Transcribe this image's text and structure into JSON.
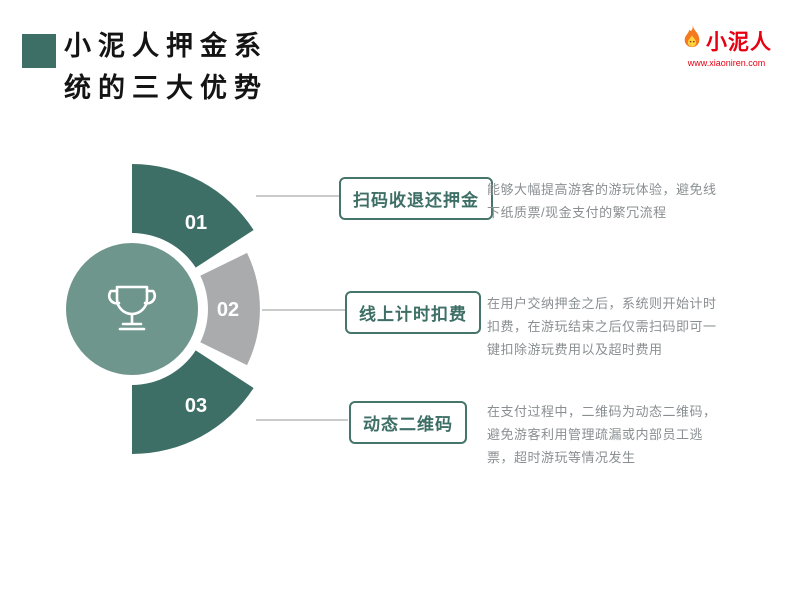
{
  "slide": {
    "title": "小泥人押金系\n统的三大优势"
  },
  "logo": {
    "name": "小泥人",
    "url": "www.xiaoniren.com",
    "icon": "flame-mascot-icon",
    "color": "#e60012"
  },
  "diagram": {
    "center_icon": "trophy-icon",
    "colors": {
      "teal_dark": "#3e6f66",
      "circle_teal": "#6f968d",
      "gray_segment": "#aaabad",
      "connector_gray": "#c9cccb"
    },
    "steps": [
      {
        "number": "01",
        "label": "扫码收退还押金",
        "desc": "能够大幅提高游客的游玩体验，避免线下纸质票/现金支付的繁冗流程"
      },
      {
        "number": "02",
        "label": "线上计时扣费",
        "desc": "在用户交纳押金之后，系统则开始计时扣费，在游玩结束之后仅需扫码即可一键扣除游玩费用以及超时费用"
      },
      {
        "number": "03",
        "label": "动态二维码",
        "desc": "在支付过程中，二维码为动态二维码，避免游客利用管理疏漏或内部员工逃票，超时游玩等情况发生"
      }
    ]
  }
}
